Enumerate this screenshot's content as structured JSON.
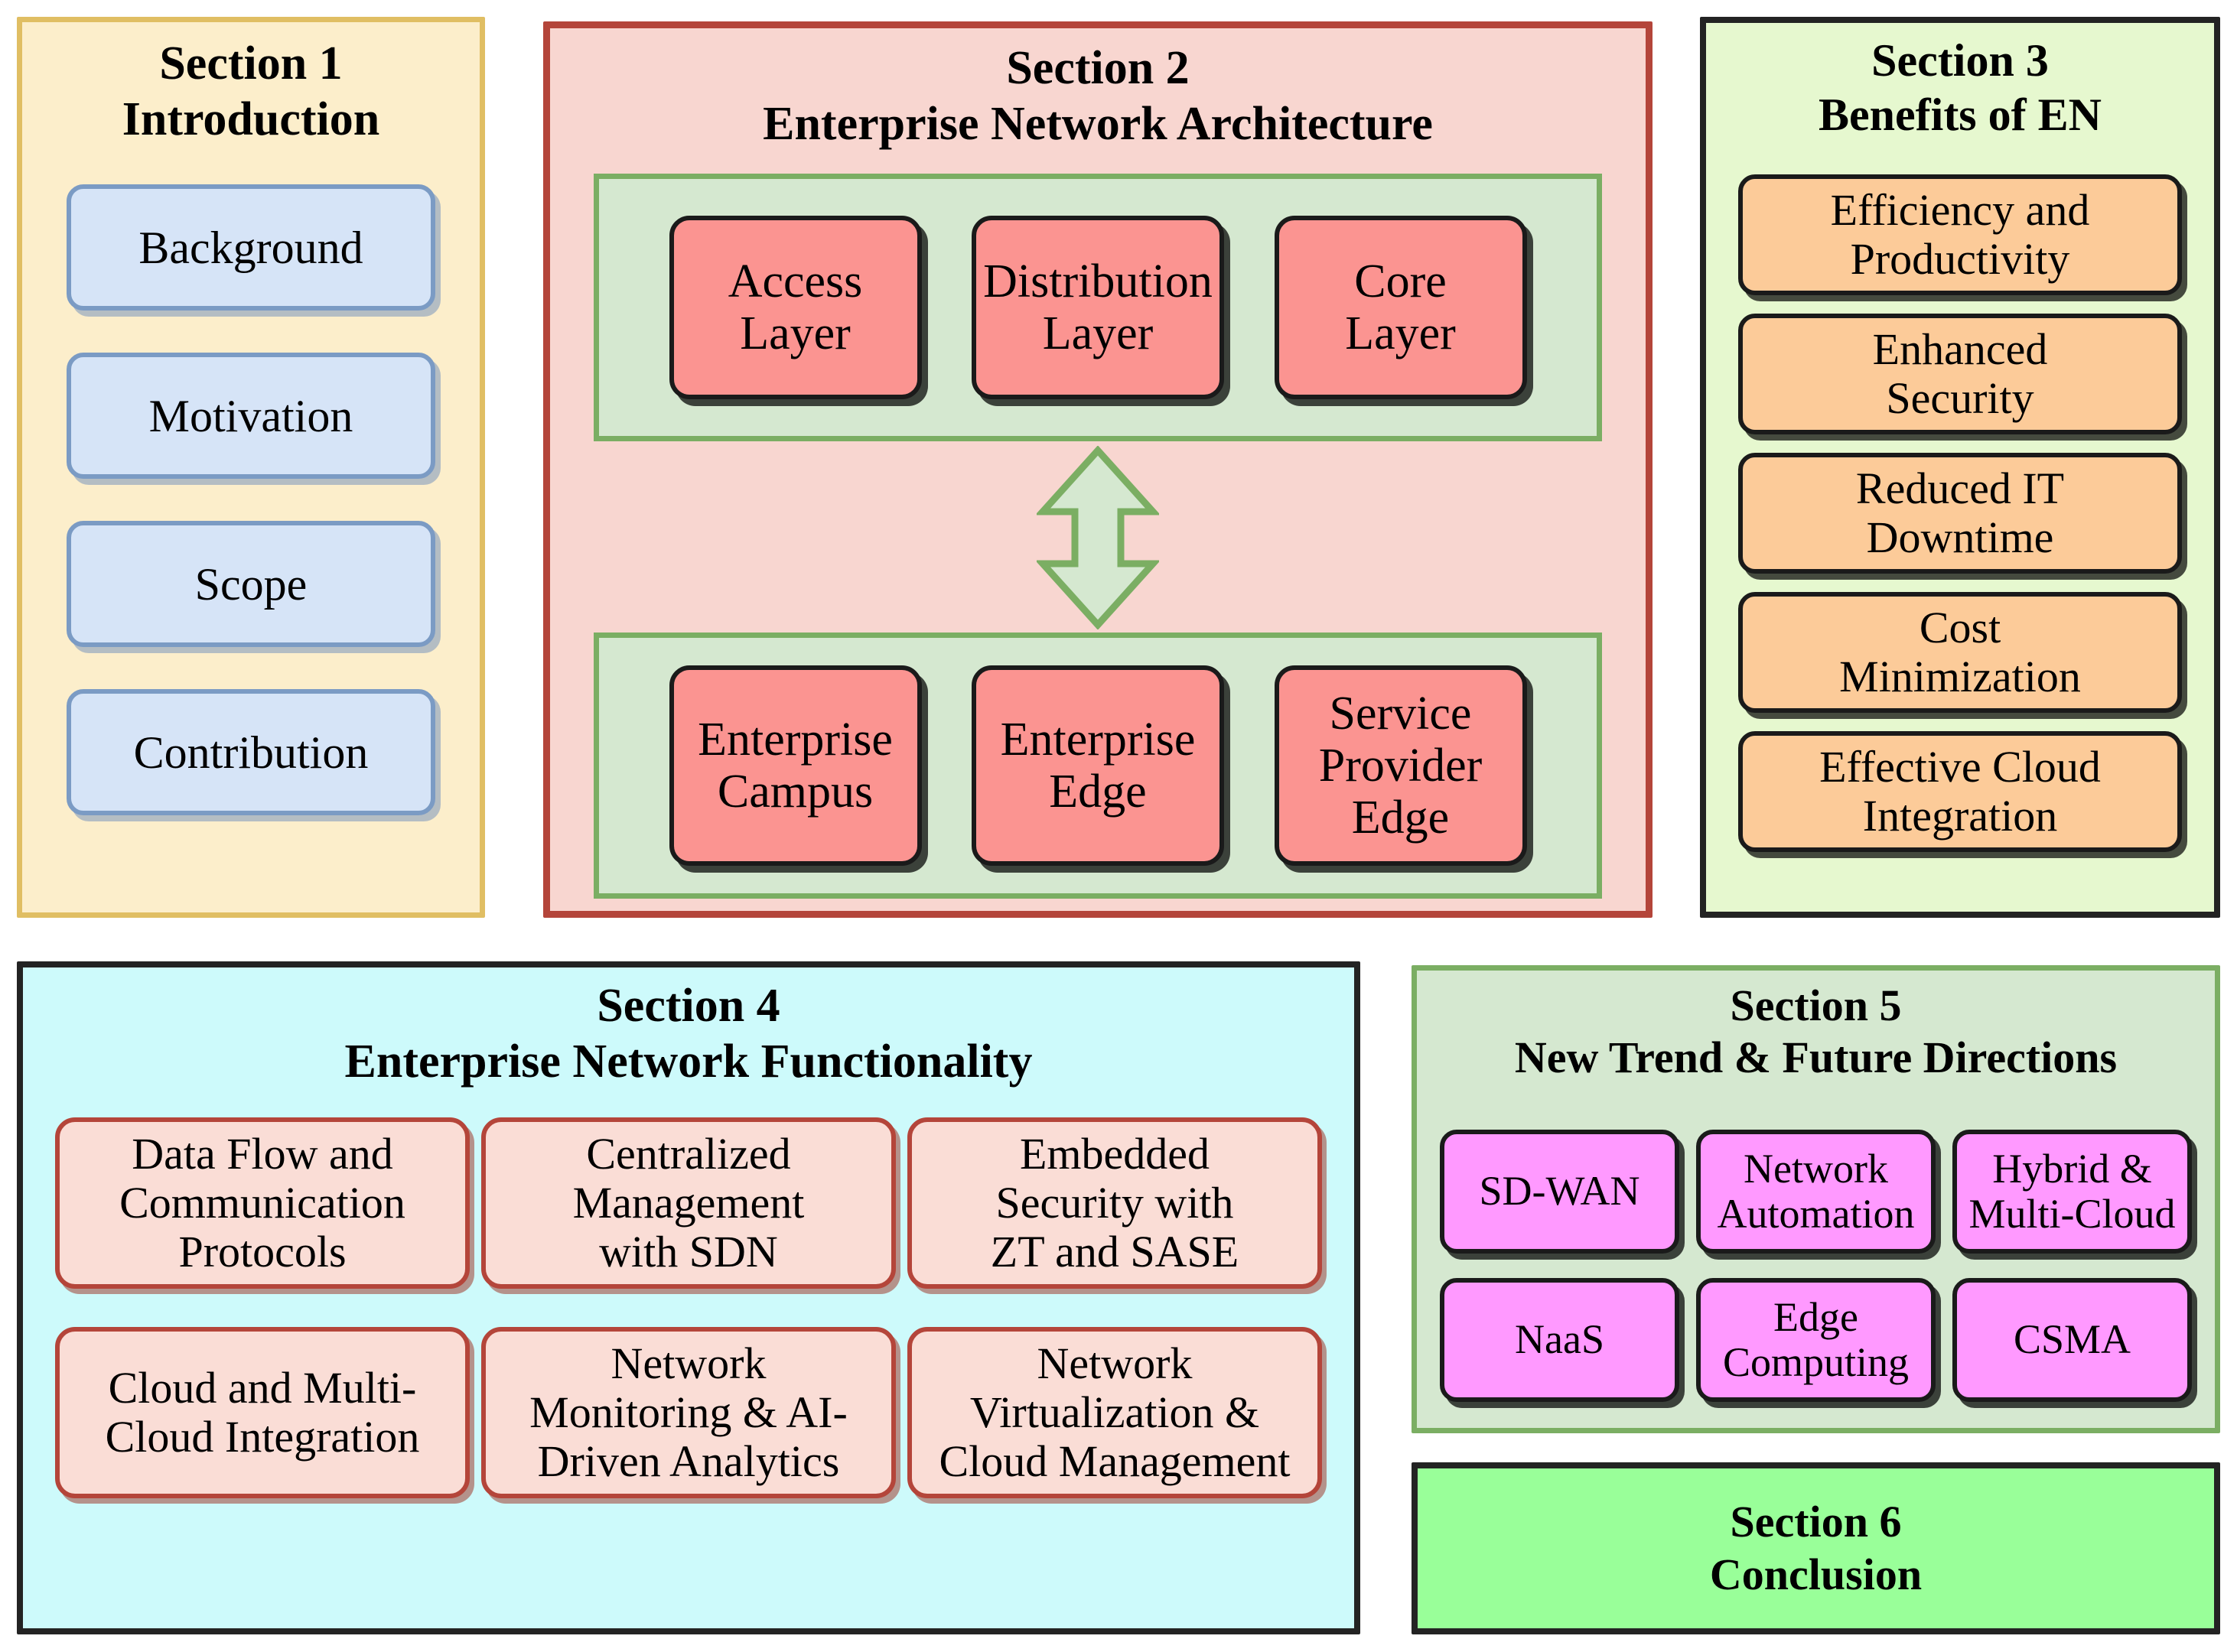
{
  "colors": {
    "section1_bg": "#FCEECB",
    "section1_border": "#E0BE63",
    "section1_chip": "#D6E4F7",
    "section1_chip_border": "#7B9BC4",
    "section2_bg": "#F8D6D0",
    "section2_border": "#B4453A",
    "section2_inner_bg": "#D5E8D0",
    "section2_inner_border": "#7BAE63",
    "section2_chip": "#FB9491",
    "section3_bg": "#E6F8CF",
    "section3_chip": "#FCCB99",
    "section4_bg": "#CDFAFB",
    "section4_chip": "#FADDD6",
    "section4_chip_border": "#B4453A",
    "section5_bg": "#D5E8D0",
    "section5_chip": "#FF99FF",
    "section6_bg": "#99FF99",
    "outline_dark": "#232323"
  },
  "section1": {
    "heading": "Section 1",
    "subheading": "Introduction",
    "items": [
      {
        "label": "Background"
      },
      {
        "label": "Motivation"
      },
      {
        "label": "Scope"
      },
      {
        "label": "Contribution"
      }
    ]
  },
  "section2": {
    "heading": "Section 2",
    "subheading": "Enterprise Network Architecture",
    "top_group": [
      {
        "line1": "Access",
        "line2": "Layer"
      },
      {
        "line1": "Distribution",
        "line2": "Layer"
      },
      {
        "line1": "Core",
        "line2": "Layer"
      }
    ],
    "connector": "double-headed-vertical-arrow",
    "bottom_group": [
      {
        "line1": "Enterprise",
        "line2": "Campus",
        "line3": ""
      },
      {
        "line1": "Enterprise",
        "line2": "Edge",
        "line3": ""
      },
      {
        "line1": "Service",
        "line2": "Provider",
        "line3": "Edge"
      }
    ]
  },
  "section3": {
    "heading": "Section 3",
    "subheading": "Benefits of EN",
    "items": [
      {
        "line1": "Efficiency and",
        "line2": "Productivity"
      },
      {
        "line1": "Enhanced",
        "line2": "Security"
      },
      {
        "line1": "Reduced IT",
        "line2": "Downtime"
      },
      {
        "line1": "Cost",
        "line2": "Minimization"
      },
      {
        "line1": "Effective Cloud",
        "line2": "Integration"
      }
    ]
  },
  "section4": {
    "heading": "Section 4",
    "subheading": "Enterprise Network Functionality",
    "row1": [
      {
        "line1": "Data Flow and",
        "line2": "Communication",
        "line3": "Protocols"
      },
      {
        "line1": "Centralized",
        "line2": "Management",
        "line3": "with SDN"
      },
      {
        "line1": "Embedded",
        "line2": "Security with",
        "line3": "ZT and SASE"
      }
    ],
    "row2": [
      {
        "line1": "Cloud and Multi-",
        "line2": "Cloud Integration",
        "line3": ""
      },
      {
        "line1": "Network",
        "line2": "Monitoring & AI-",
        "line3": "Driven  Analytics"
      },
      {
        "line1": "Network",
        "line2": "Virtualization &",
        "line3": "Cloud Management"
      }
    ]
  },
  "section5": {
    "heading": "Section 5",
    "subheading": "New Trend & Future Directions",
    "row1": [
      {
        "line1": "SD-WAN",
        "line2": ""
      },
      {
        "line1": "Network",
        "line2": "Automation"
      },
      {
        "line1": "Hybrid &",
        "line2": "Multi-Cloud"
      }
    ],
    "row2": [
      {
        "line1": "NaaS",
        "line2": ""
      },
      {
        "line1": "Edge",
        "line2": "Computing"
      },
      {
        "line1": "CSMA",
        "line2": ""
      }
    ]
  },
  "section6": {
    "heading": "Section 6",
    "subheading": "Conclusion"
  }
}
